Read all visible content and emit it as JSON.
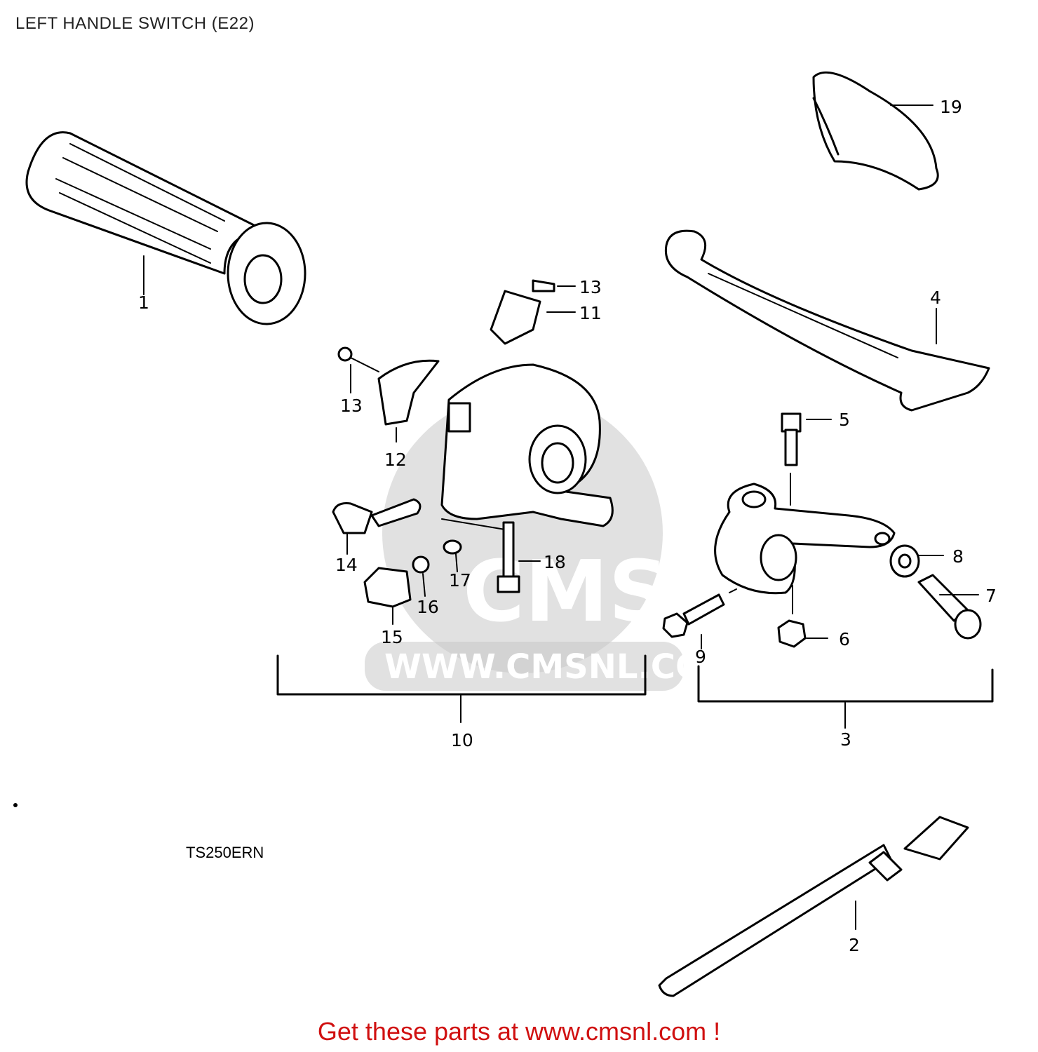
{
  "title": "LEFT HANDLE SWITCH (E22)",
  "model": "TS250ERN",
  "footer_link": "Get these parts at www.cmsnl.com !",
  "watermark": {
    "brand": "CMS",
    "url": "WWW.CMSNL.COM"
  },
  "callouts": [
    "1",
    "2",
    "3",
    "4",
    "5",
    "6",
    "7",
    "8",
    "9",
    "10",
    "11",
    "12",
    "13",
    "14",
    "15",
    "16",
    "17",
    "18",
    "19"
  ],
  "colors": {
    "link": "#d01010",
    "watermark": "#c8c8c8"
  }
}
